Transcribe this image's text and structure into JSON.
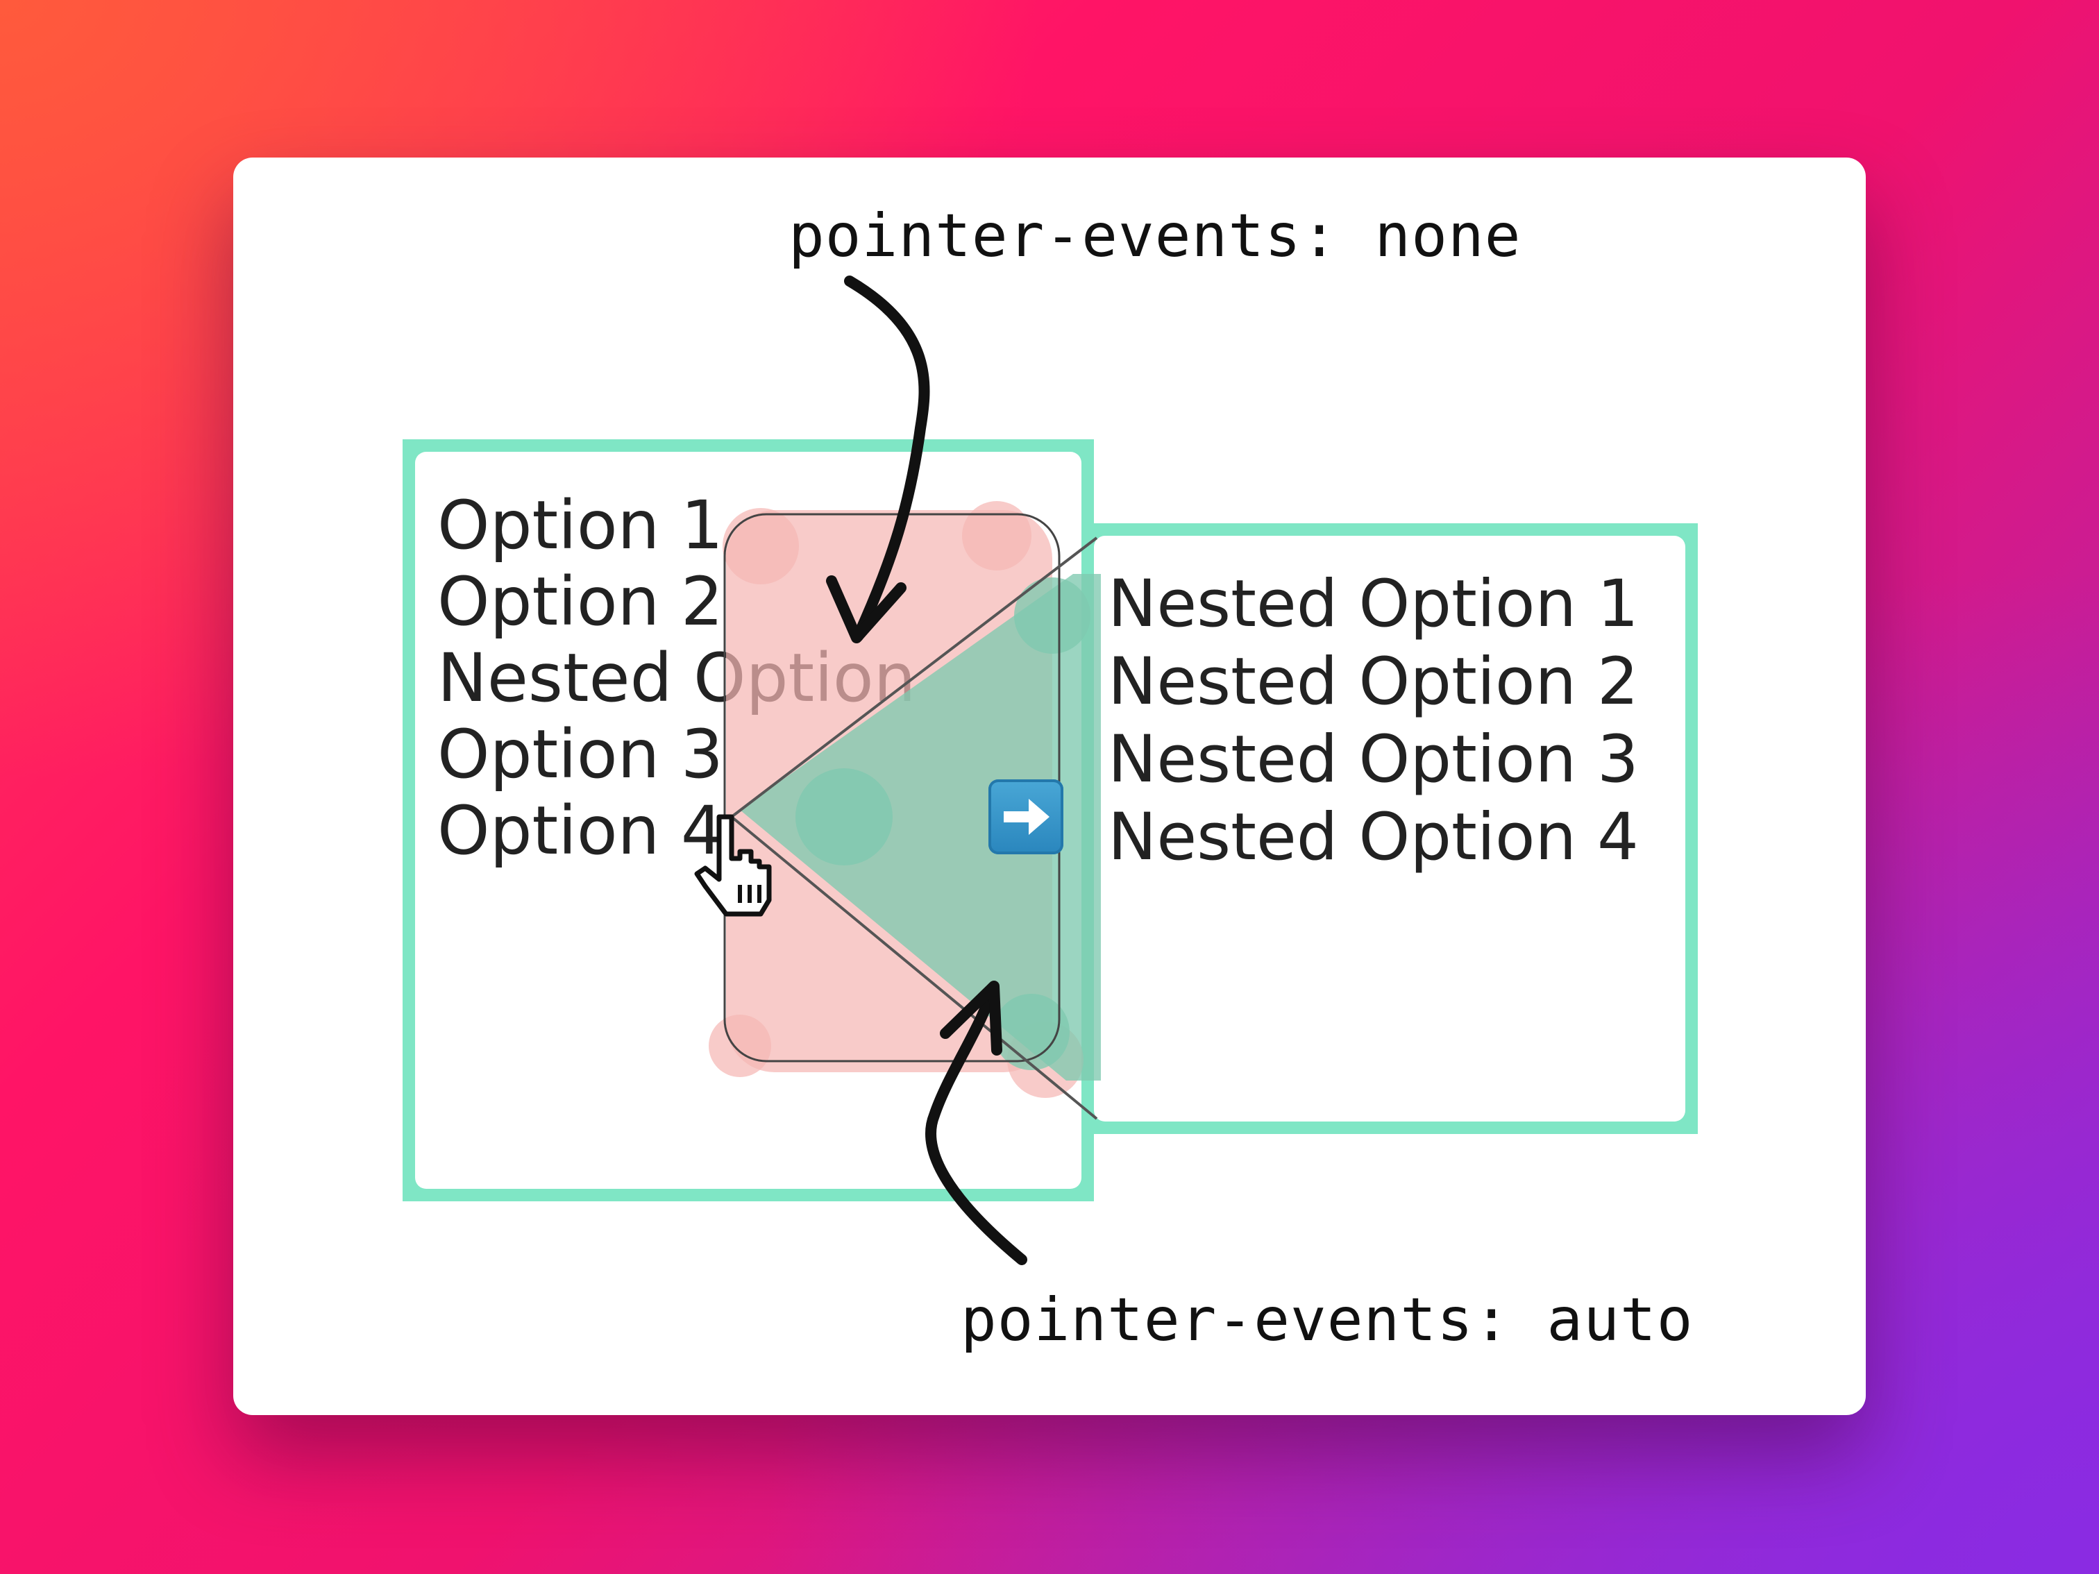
{
  "main_menu": {
    "items": [
      {
        "label": "Option 1"
      },
      {
        "label": "Option 2"
      },
      {
        "label": "Nested Option"
      },
      {
        "label": "Option 3"
      },
      {
        "label": "Option 4"
      }
    ]
  },
  "nested_menu": {
    "items": [
      {
        "label": "Nested Option 1"
      },
      {
        "label": "Nested Option 2"
      },
      {
        "label": "Nested Option 3"
      },
      {
        "label": "Nested Option 4"
      }
    ]
  },
  "annotations": {
    "top": "pointer-events: none",
    "bottom": "pointer-events: auto"
  },
  "icons": {
    "submenu_indicator": "arrow-right-icon",
    "cursor": "hand-pointer-icon"
  },
  "colors": {
    "menu_border": "#7fe6c5",
    "blocked_area": "#f5b7b4",
    "active_area": "#7fc9af"
  }
}
